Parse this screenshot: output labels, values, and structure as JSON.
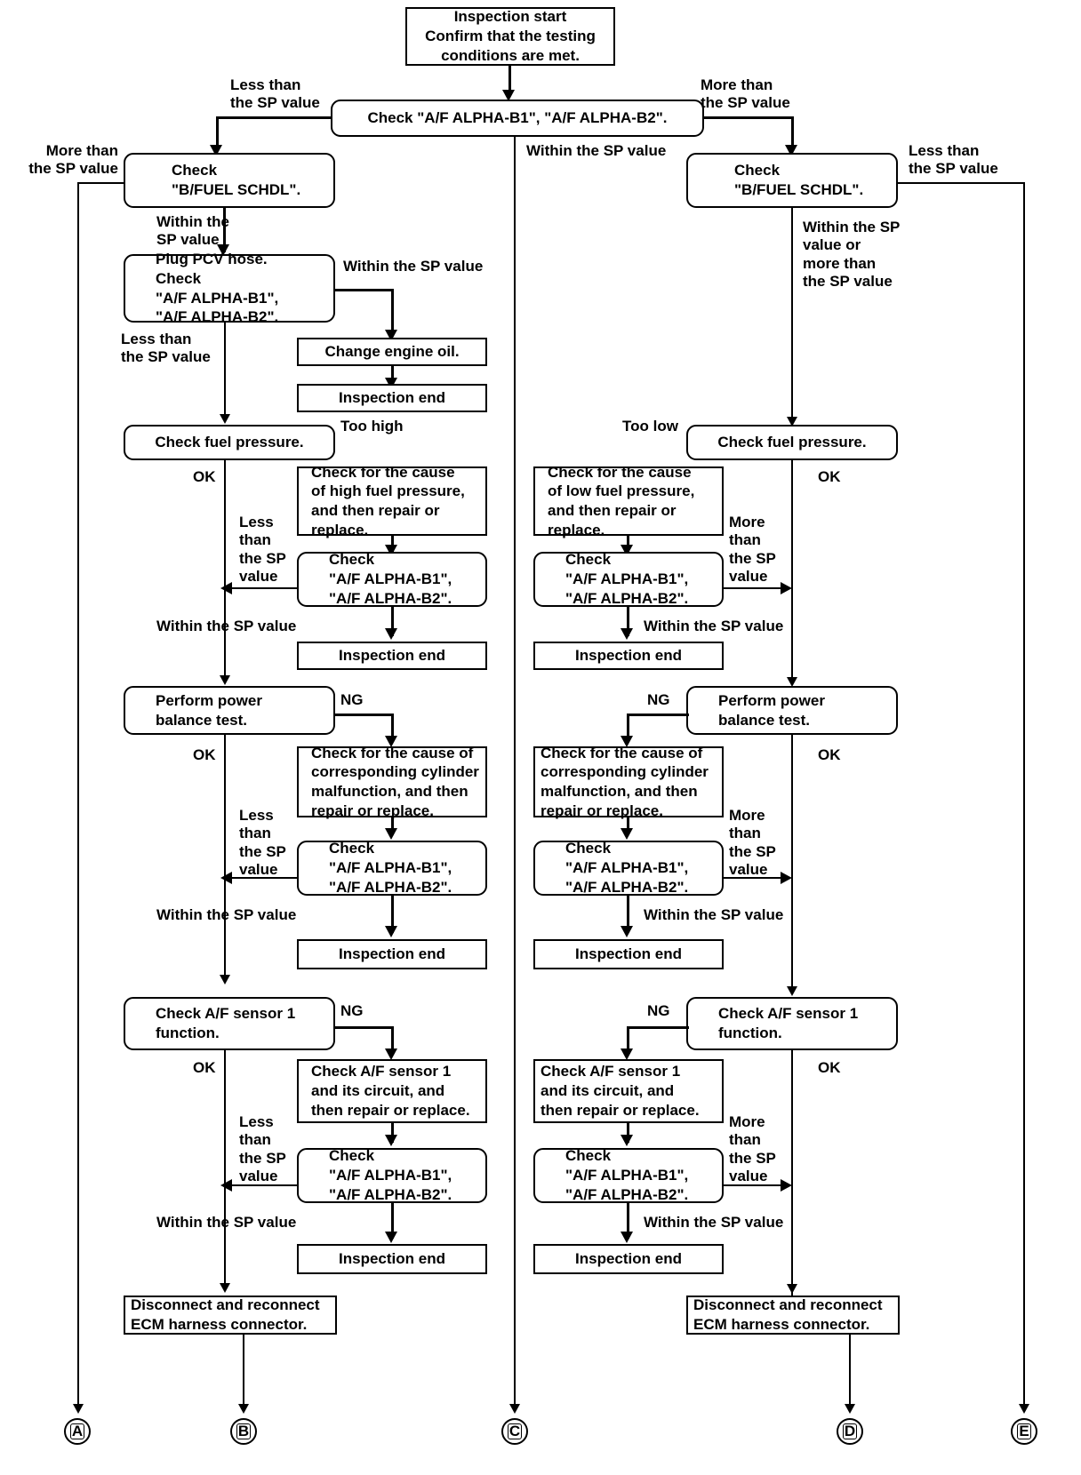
{
  "diagram": {
    "title": "A/F ALPHA diagnostic flowchart",
    "start": {
      "text": "Inspection start\nConfirm that the testing\nconditions are met."
    },
    "check_alpha_top": "Check \"A/F ALPHA-B1\", \"A/F ALPHA-B2\".",
    "labels": {
      "less_than_sp": "Less than\nthe SP value",
      "more_than_sp": "More than\nthe SP value",
      "within_sp_2": "Within the\nSP value",
      "within_sp_1": "Within the SP value",
      "within_sp_inline": "Within the SP value",
      "within_or_more": "Within the SP\nvalue or\nmore than\nthe SP value",
      "less_than_sp_narrow": "Less\nthan\nthe SP\nvalue",
      "more_than_sp_narrow": "More\nthan\nthe SP\nvalue",
      "ok": "OK",
      "ng": "NG",
      "too_high": "Too high",
      "too_low": "Too low"
    },
    "boxes": {
      "bfuel_left": "Check\n\"B/FUEL SCHDL\".",
      "bfuel_right": "Check\n\"B/FUEL SCHDL\".",
      "plug_pcv": "Plug PCV hose.\nCheck\n\"A/F ALPHA-B1\",\n\"A/F ALPHA-B2\".",
      "change_oil": "Change engine oil.",
      "inspection_end": "Inspection end",
      "check_fuel_pressure": "Check fuel pressure.",
      "cause_high_fp": "Check for the cause\nof high fuel pressure,\nand then repair or\nreplace.",
      "cause_low_fp": "Check for the cause\nof low fuel pressure,\nand then repair or\nreplace.",
      "check_alpha": "Check\n\"A/F ALPHA-B1\",\n\"A/F ALPHA-B2\".",
      "power_balance": "Perform power\nbalance test.",
      "cause_cylinder": "Check for the cause of\ncorresponding cylinder\nmalfunction, and then\nrepair or replace.",
      "af_sensor_function": "Check A/F sensor 1\nfunction.",
      "af_sensor_circuit": "Check A/F sensor 1\nand its circuit, and\nthen repair or replace.",
      "ecm_harness": "Disconnect and reconnect\nECM harness connector."
    },
    "connectors": [
      {
        "id": "A",
        "label": "A"
      },
      {
        "id": "B",
        "label": "B"
      },
      {
        "id": "C",
        "label": "C"
      },
      {
        "id": "D",
        "label": "D"
      },
      {
        "id": "E",
        "label": "E"
      }
    ]
  }
}
